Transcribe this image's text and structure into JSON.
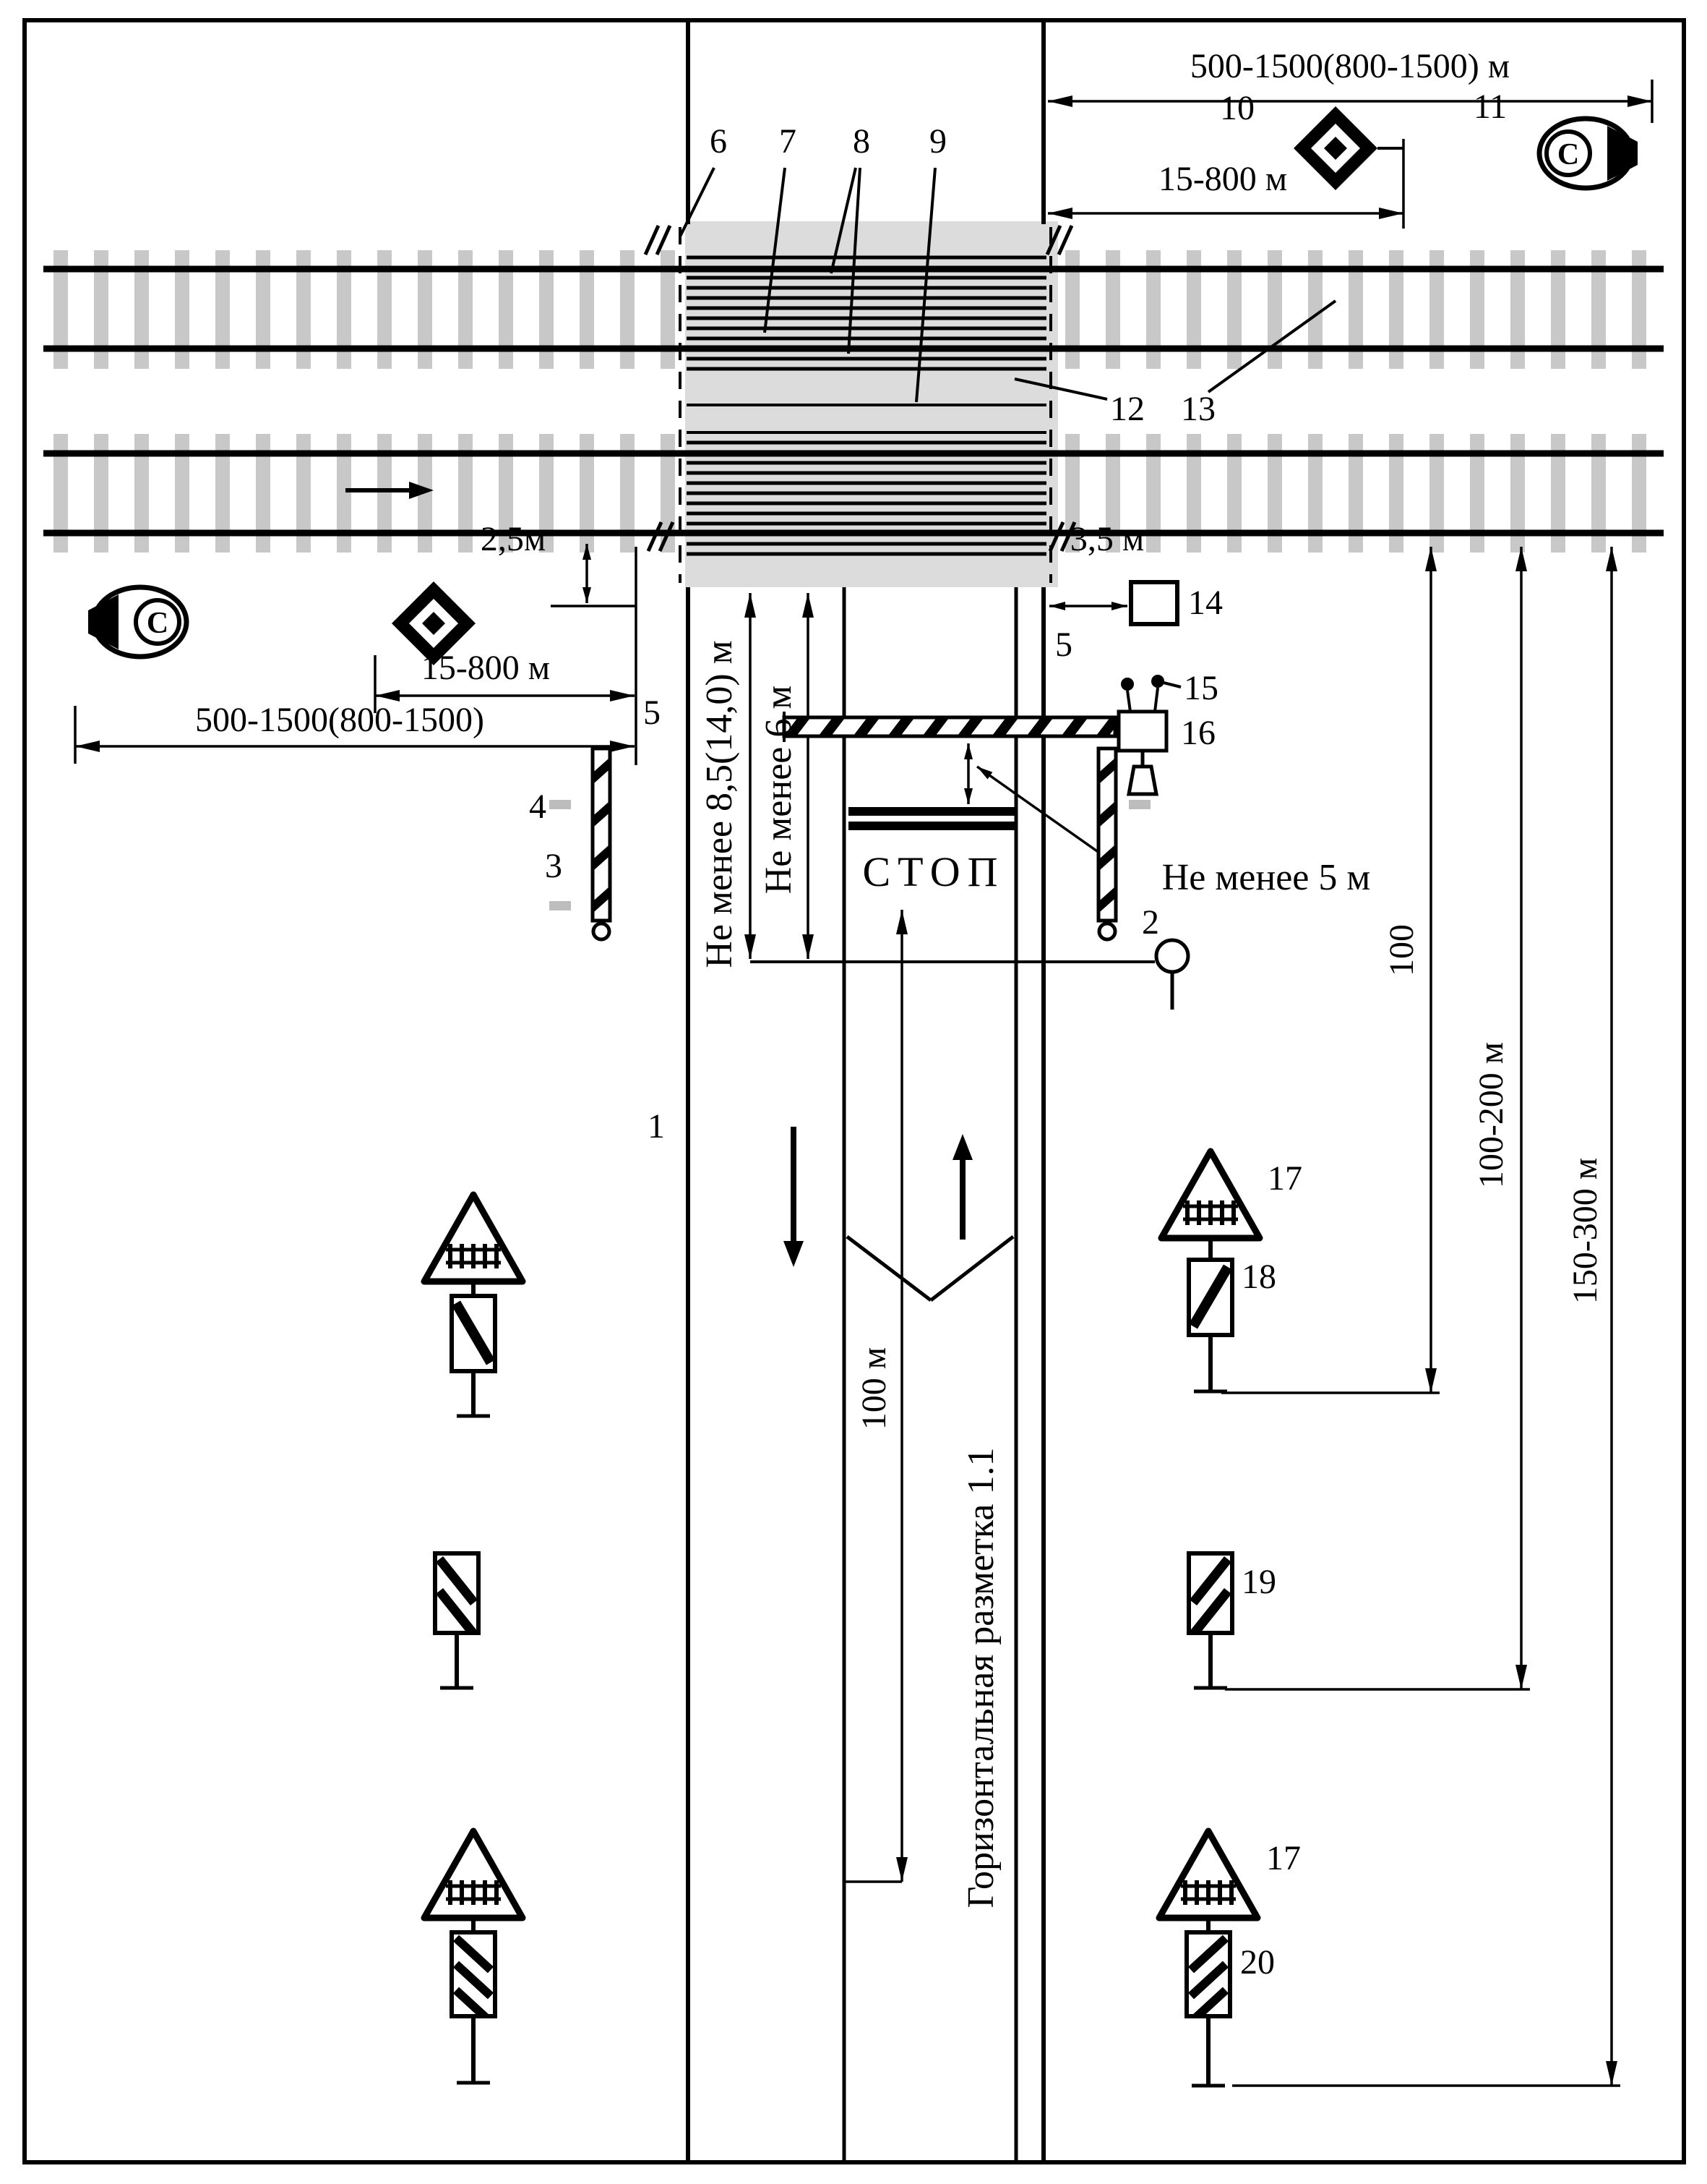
{
  "colors": {
    "ink": "#000000",
    "tie_gray": "#c8c8c8",
    "deck_gray": "#dcdcdc",
    "dash_gray": "#bdbdbd",
    "background": "#ffffff"
  },
  "top": {
    "dist_far": "500-1500(800-1500) м",
    "dist_near": "15-800 м",
    "label_10": "10",
    "label_11": "11",
    "signal_letter": "С"
  },
  "crossing": {
    "callout_6": "6",
    "callout_7": "7",
    "callout_8": "8",
    "callout_9": "9",
    "callout_12": "12",
    "callout_13": "13"
  },
  "left": {
    "signal_letter": "С",
    "dim_2_5": "2,5м",
    "dist_near": "15-800 м",
    "dist_far": "500-1500(800-1500)",
    "label_5": "5",
    "label_4": "4",
    "label_3": "3"
  },
  "right": {
    "dim_3_5": "3,5 м",
    "label_5": "5",
    "label_14": "14",
    "label_15": "15",
    "label_16": "16",
    "label_2": "2",
    "min_5m": "Не менее 5 м"
  },
  "road": {
    "label_1": "1",
    "min_8_5": "Не менее 8,5(14,0) м",
    "min_6": "Не менее 6 м",
    "stop_marking": "СТОП",
    "solid_len": "100 м",
    "marking_name": "Горизонтальная разметка 1.1"
  },
  "distances_right": {
    "d1": "100",
    "d2": "100-200 м",
    "d3": "150-300 м"
  },
  "signs_right": {
    "top_triangle": "17",
    "top_plate": "18",
    "mid_plate": "19",
    "bottom_triangle": "17",
    "bottom_plate": "20"
  }
}
